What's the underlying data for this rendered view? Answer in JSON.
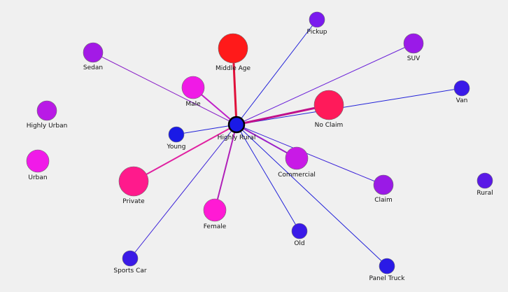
{
  "hub": {
    "id": "highly_rural",
    "label": "Highly Rural",
    "color": "#1a1ae6"
  },
  "nodes": [
    {
      "id": "middle_age",
      "label": "Middle Age",
      "color": "#ff1a1a",
      "size": "xl"
    },
    {
      "id": "pickup",
      "label": "Pickup",
      "color": "#7a1aee",
      "size": "s"
    },
    {
      "id": "suv",
      "label": "SUV",
      "color": "#9a1ae8",
      "size": "m"
    },
    {
      "id": "sedan",
      "label": "Sedan",
      "color": "#a31ae6",
      "size": "m"
    },
    {
      "id": "van",
      "label": "Van",
      "color": "#3a1ae8",
      "size": "s"
    },
    {
      "id": "male",
      "label": "Male",
      "color": "#f01ae6",
      "size": "l"
    },
    {
      "id": "no_claim",
      "label": "No Claim",
      "color": "#ff1a5a",
      "size": "xl"
    },
    {
      "id": "highly_urban",
      "label": "Highly Urban",
      "color": "#b91ae6",
      "size": "m"
    },
    {
      "id": "young",
      "label": "Young",
      "color": "#1a1ae6",
      "size": "s"
    },
    {
      "id": "urban",
      "label": "Urban",
      "color": "#f01ae8",
      "size": "l"
    },
    {
      "id": "commercial",
      "label": "Commercial",
      "color": "#c81ae6",
      "size": "l"
    },
    {
      "id": "private",
      "label": "Private",
      "color": "#ff1a8c",
      "size": "xl"
    },
    {
      "id": "claim",
      "label": "Claim",
      "color": "#9a1ae6",
      "size": "m"
    },
    {
      "id": "rural",
      "label": "Rural",
      "color": "#5a1ae6",
      "size": "s"
    },
    {
      "id": "female",
      "label": "Female",
      "color": "#ff1ad4",
      "size": "l"
    },
    {
      "id": "old",
      "label": "Old",
      "color": "#3a1ae8",
      "size": "s"
    },
    {
      "id": "sports_car",
      "label": "Sports Car",
      "color": "#3a1ae6",
      "size": "s"
    },
    {
      "id": "panel_truck",
      "label": "Panel Truck",
      "color": "#2a1ae6",
      "size": "s"
    }
  ],
  "edges": [
    {
      "to": "middle_age",
      "color": "#e0103a",
      "weight": "heavy"
    },
    {
      "to": "pickup",
      "color": "#2020d8",
      "weight": "thin"
    },
    {
      "to": "suv",
      "color": "#6a20d8",
      "weight": "thin"
    },
    {
      "to": "sedan",
      "color": "#8a20c8",
      "weight": "thin"
    },
    {
      "to": "van",
      "color": "#2020d8",
      "weight": "thin"
    },
    {
      "to": "male",
      "color": "#c020c8",
      "weight": "medium"
    },
    {
      "to": "no_claim",
      "color": "#c0108a",
      "weight": "heavy"
    },
    {
      "to": "young",
      "color": "#2020d8",
      "weight": "thin"
    },
    {
      "to": "commercial",
      "color": "#9a20c8",
      "weight": "medium"
    },
    {
      "to": "private",
      "color": "#e020a0",
      "weight": "medium"
    },
    {
      "to": "claim",
      "color": "#3a20d8",
      "weight": "thin"
    },
    {
      "to": "female",
      "color": "#b020b8",
      "weight": "medium"
    },
    {
      "to": "old",
      "color": "#2020d8",
      "weight": "thin"
    },
    {
      "to": "sports_car",
      "color": "#3a20d8",
      "weight": "thin"
    },
    {
      "to": "panel_truck",
      "color": "#2020d8",
      "weight": "thin"
    }
  ]
}
